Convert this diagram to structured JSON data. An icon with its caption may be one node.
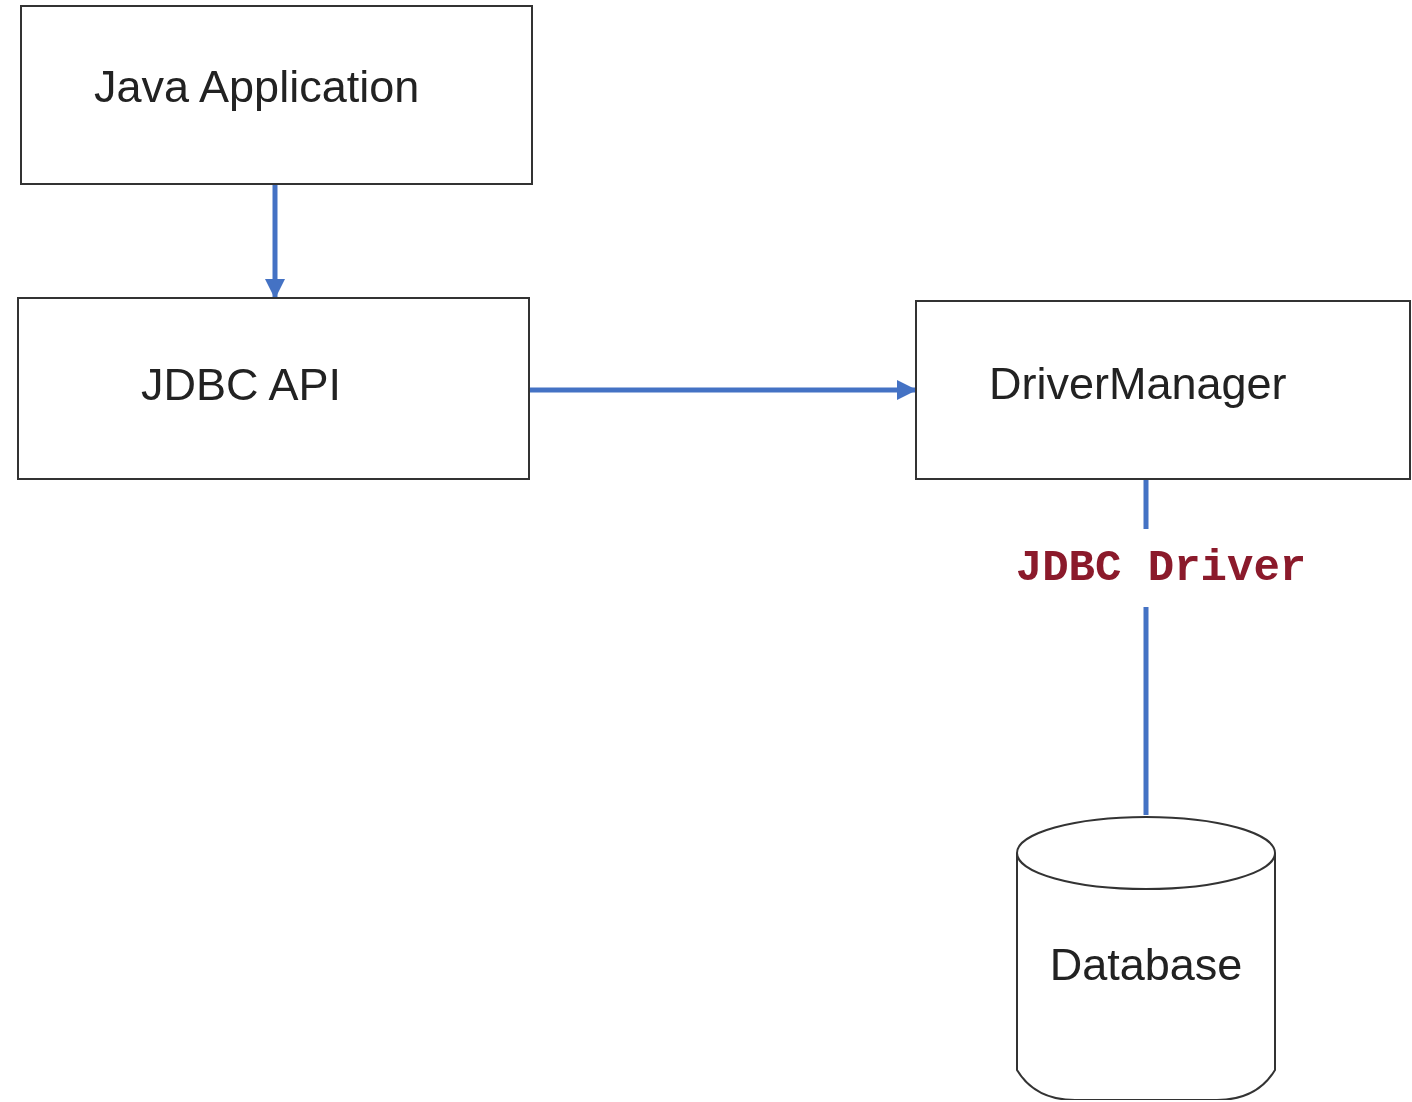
{
  "diagram": {
    "nodes": [
      {
        "text": [
          "Java Application"
        ]
      },
      {
        "text": [
          "JDBC API"
        ]
      },
      {
        "text": [
          "DriverManager"
        ]
      },
      {
        "text": [
          "Database"
        ]
      }
    ],
    "edges": [
      {
        "from": 0,
        "to": 1,
        "arrow": "to"
      },
      {
        "from": 1,
        "to": 2,
        "arrow": "to"
      },
      {
        "from": 2,
        "to": 3,
        "arrow": "none",
        "label": "JDBC Driver"
      }
    ]
  }
}
